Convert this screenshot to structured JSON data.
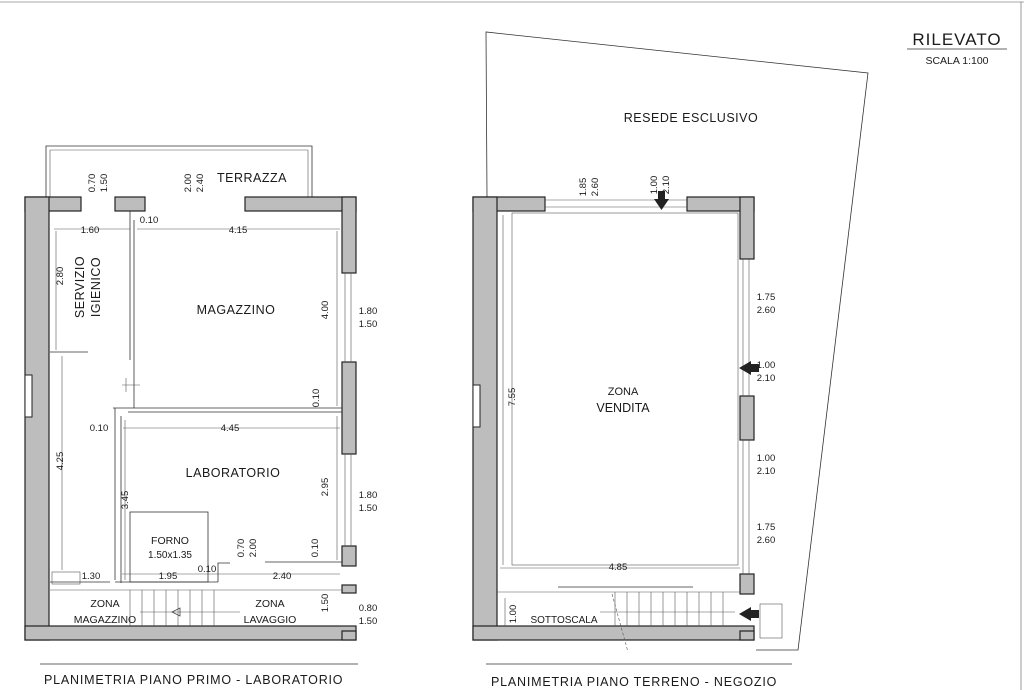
{
  "header": {
    "title": "RILEVATO",
    "scale": "SCALA 1:100"
  },
  "captions": {
    "left": "PLANIMETRIA PIANO PRIMO - LABORATORIO",
    "right": "PLANIMETRIA PIANO TERRENO - NEGOZIO"
  },
  "left_plan": {
    "rooms": {
      "terrazza": "TERRAZZA",
      "servizio_1": "SERVIZIO",
      "servizio_2": "IGIENICO",
      "magazzino": "MAGAZZINO",
      "laboratorio": "LABORATORIO",
      "forno_1": "FORNO",
      "forno_2": "1.50x1.35",
      "zona_mag_1": "ZONA",
      "zona_mag_2": "MAGAZZINO",
      "zona_lav_1": "ZONA",
      "zona_lav_2": "LAVAGGIO"
    },
    "dims": {
      "d_070": "0.70",
      "d_150a": "1.50",
      "d_200": "2.00",
      "d_240": "2.40",
      "d_160": "1.60",
      "d_010a": "0.10",
      "d_415": "4.15",
      "d_280": "2.80",
      "d_400": "4.00",
      "d_180a": "1.80",
      "d_150b": "1.50",
      "d_010b": "0.10",
      "d_010c": "0.10",
      "d_445": "4.45",
      "d_425": "4.25",
      "d_345": "3.45",
      "d_295": "2.95",
      "d_180b": "1.80",
      "d_150c": "1.50",
      "d_070b": "0.70",
      "d_200b": "2.00",
      "d_010d": "0.10",
      "d_130": "1.30",
      "d_195": "1.95",
      "d_010e": "0.10",
      "d_240b": "2.40",
      "d_150d": "1.50",
      "d_080": "0.80",
      "d_150e": "1.50"
    }
  },
  "right_plan": {
    "rooms": {
      "resede": "RESEDE ESCLUSIVO",
      "zona": "ZONA",
      "vendita": "VENDITA",
      "sottoscala": "SOTTOSCALA"
    },
    "dims": {
      "d_185": "1.85",
      "d_260a": "2.60",
      "d_100a": "1.00",
      "d_210a": "2.10",
      "d_175a": "1.75",
      "d_260b": "2.60",
      "d_100b": "1.00",
      "d_210b": "2.10",
      "d_755": "7.55",
      "d_100c": "1.00",
      "d_210c": "2.10",
      "d_175b": "1.75",
      "d_260c": "2.60",
      "d_485": "4.85",
      "d_100d": "1.00"
    }
  }
}
